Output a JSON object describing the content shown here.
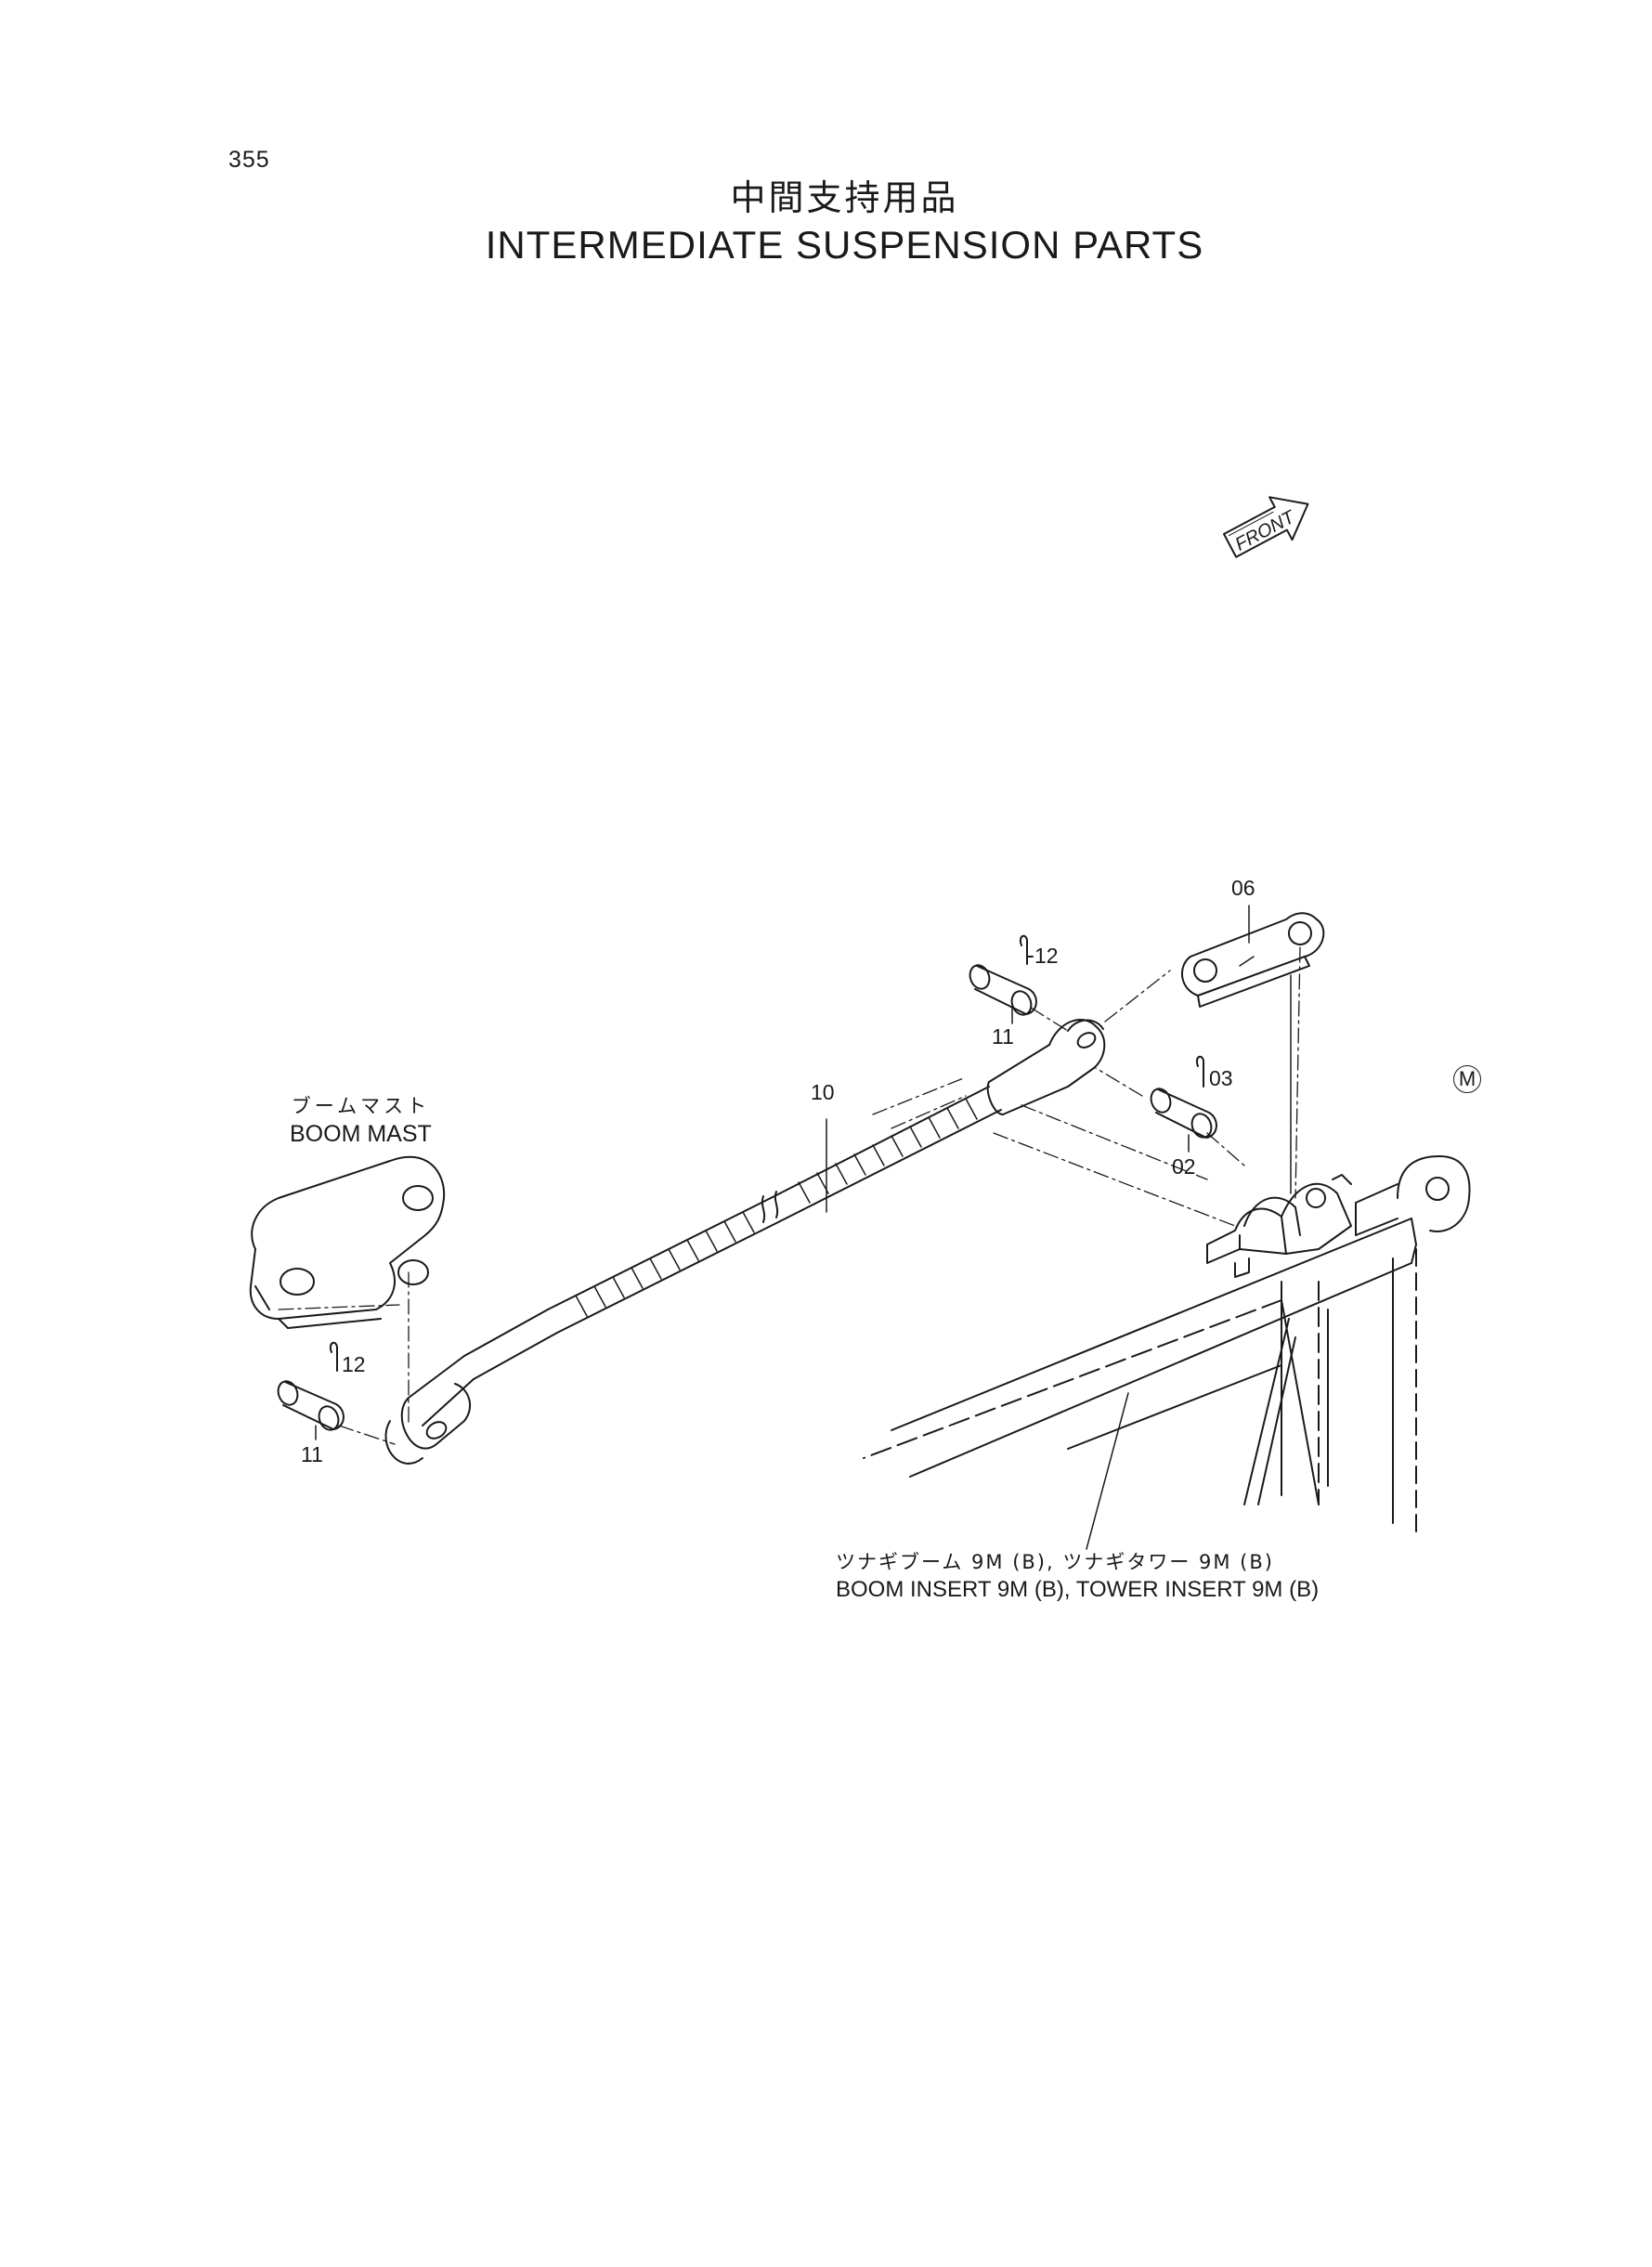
{
  "page_number": "355",
  "title_jp": "中間支持用品",
  "title_en": "INTERMEDIATE SUSPENSION PARTS",
  "front_label": "FRONT",
  "callouts": {
    "c06": "06",
    "c12_top": "12",
    "c11_top": "11",
    "c10": "10",
    "c03": "03",
    "c02": "02",
    "c12_bottom": "12",
    "c11_bottom": "11"
  },
  "boom_mast": {
    "jp": "ブームマスト",
    "en": "BOOM MAST"
  },
  "insert": {
    "jp": "ツナギブーム 9M (B), ツナギタワー 9M (B)",
    "en": "BOOM INSERT 9M (B), TOWER INSERT 9M (B)"
  },
  "corner_mark": "M"
}
